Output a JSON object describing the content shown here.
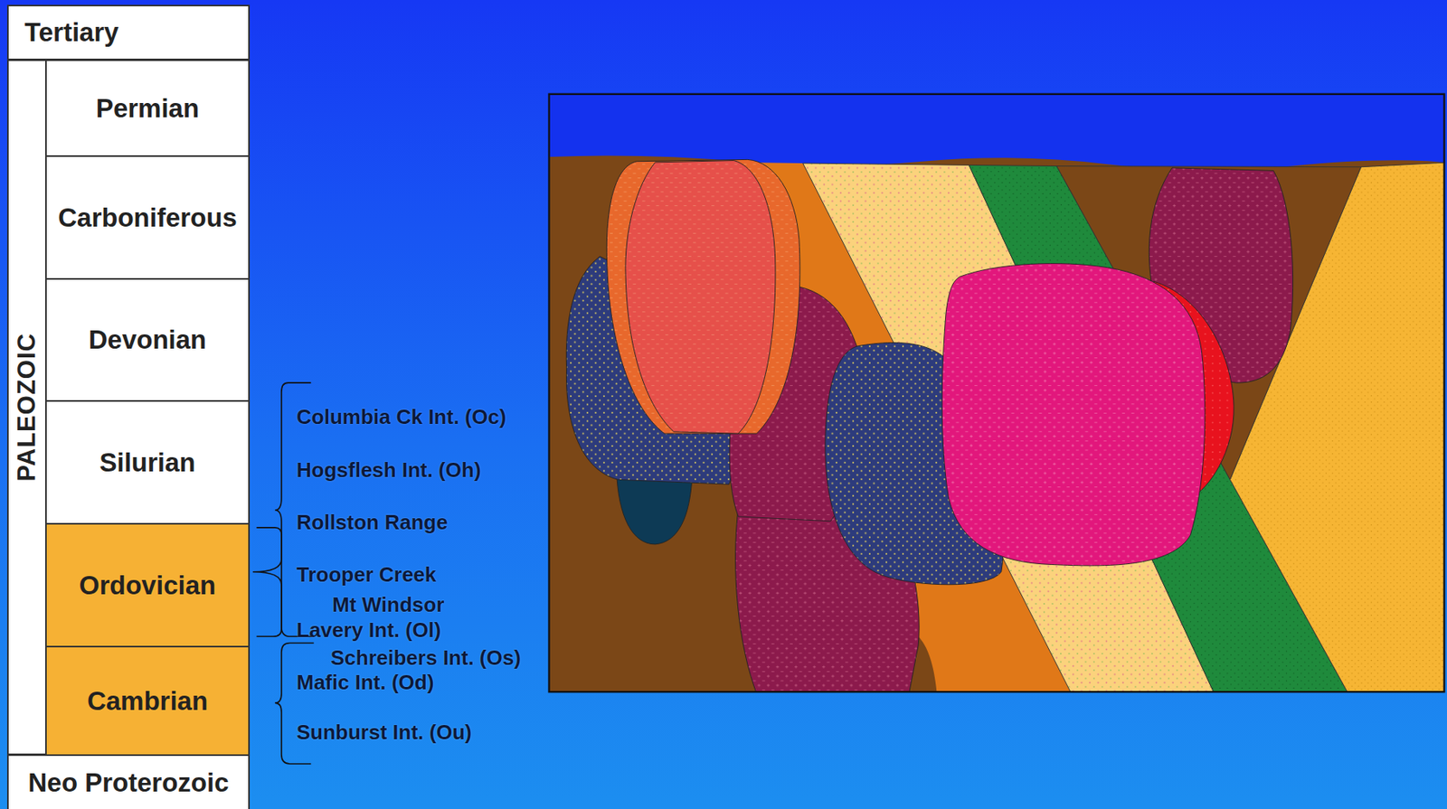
{
  "diagram": {
    "nodes": [
      {
        "text": [
          "Tertiary"
        ]
      },
      {
        "text": [
          "PALEOZOIC"
        ]
      },
      {
        "text": [
          "Permian"
        ]
      },
      {
        "text": [
          "Carboniferous"
        ]
      },
      {
        "text": [
          "Devonian"
        ]
      },
      {
        "text": [
          "Silurian"
        ]
      },
      {
        "text": [
          "Ordovician"
        ]
      },
      {
        "text": [
          "Cambrian"
        ]
      },
      {
        "text": [
          "Neo Proterozoic"
        ]
      }
    ],
    "labels": [
      "Columbia Ck Int. (Oc)",
      "Hogsflesh Int. (Oh)",
      "Rollston Range",
      "Trooper Creek",
      "Mt Windsor",
      "Lavery Int. (Ol)",
      "Schreibers Int. (Os)",
      "Mafic Int. (Od)",
      "Sunburst Int. (Ou)"
    ]
  }
}
